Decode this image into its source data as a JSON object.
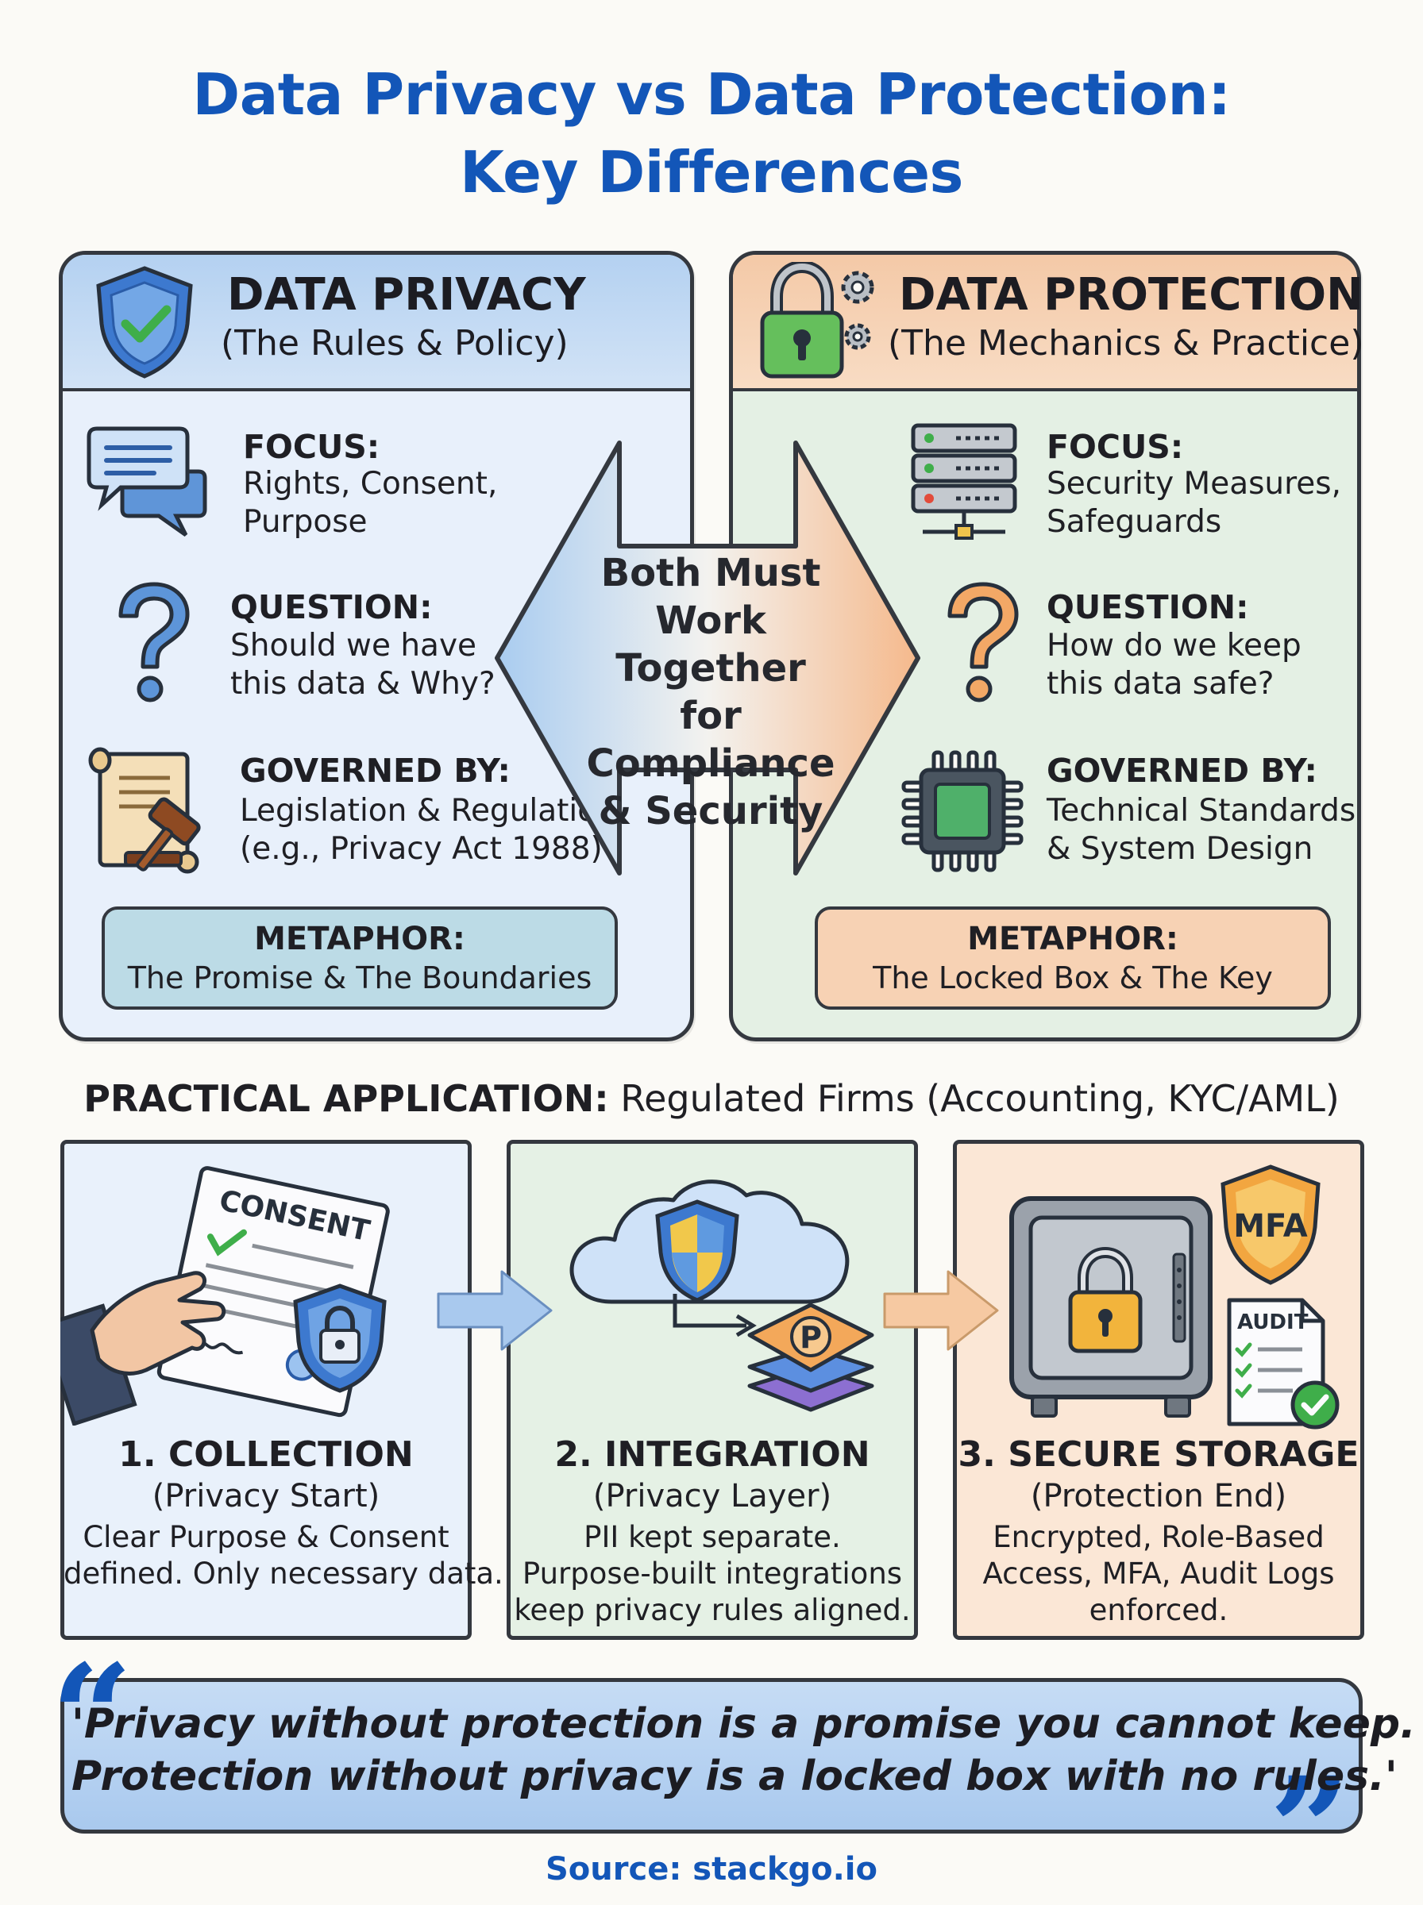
{
  "title": {
    "line1": "Data Privacy vs Data Protection:",
    "line2": "Key Differences"
  },
  "privacy": {
    "title": "DATA PRIVACY",
    "subtitle": "(The Rules & Policy)",
    "focus_label": "FOCUS:",
    "focus_line1": "Rights, Consent,",
    "focus_line2": "Purpose",
    "question_label": "QUESTION:",
    "question_line1": "Should we have",
    "question_line2": "this data & Why?",
    "governed_label": "GOVERNED BY:",
    "governed_line1": "Legislation & Regulation",
    "governed_line2": "(e.g., Privacy Act 1988)",
    "metaphor_label": "METAPHOR:",
    "metaphor_text": "The Promise & The Boundaries"
  },
  "protection": {
    "title": "DATA PROTECTION",
    "subtitle": "(The Mechanics & Practice)",
    "focus_label": "FOCUS:",
    "focus_line1": "Security Measures,",
    "focus_line2": "Safeguards",
    "question_label": "QUESTION:",
    "question_line1": "How do we keep",
    "question_line2": "this data safe?",
    "governed_label": "GOVERNED BY:",
    "governed_line1": "Technical Standards",
    "governed_line2": "& System Design",
    "metaphor_label": "METAPHOR:",
    "metaphor_text": "The Locked Box & The Key"
  },
  "center": {
    "line1": "Both Must",
    "line2": "Work Together",
    "line3": "for Compliance",
    "line4": "& Security"
  },
  "practical": {
    "heading_bold": "PRACTICAL APPLICATION:",
    "heading_rest": " Regulated Firms (Accounting, KYC/AML)"
  },
  "steps": [
    {
      "title": "1. COLLECTION",
      "subtitle": "(Privacy Start)",
      "desc_line1": "Clear Purpose & Consent",
      "desc_line2": "defined. Only necessary data.",
      "desc_line3": "",
      "icon_text": "CONSENT"
    },
    {
      "title": "2. INTEGRATION",
      "subtitle": "(Privacy Layer)",
      "desc_line1": "PII kept separate.",
      "desc_line2": "Purpose-built integrations",
      "desc_line3": "keep privacy rules aligned.",
      "icon_text": "P"
    },
    {
      "title": "3. SECURE STORAGE",
      "subtitle": "(Protection End)",
      "desc_line1": "Encrypted, Role-Based",
      "desc_line2": "Access, MFA, Audit Logs",
      "desc_line3": "enforced.",
      "badge_text": "MFA",
      "doc_text": "AUDIT"
    }
  ],
  "quote": {
    "line1": "'Privacy without protection is a promise you cannot keep.",
    "line2": "Protection without privacy is a locked box with no rules.'",
    "open_mark": "“",
    "close_mark": "”"
  },
  "source": "Source: stackgo.io",
  "colors": {
    "title_blue": "#1356b8",
    "privacy_header": "#b4d1f1",
    "protection_header": "#f4c9a7",
    "privacy_body": "#e8f0fb",
    "protection_body": "#e4f0e4",
    "outline": "#34383f"
  },
  "icons": [
    "shield-check-icon",
    "padlock-gears-icon",
    "speech-bubbles-icon",
    "question-mark-icon",
    "scroll-gavel-icon",
    "server-rack-icon",
    "microchip-icon",
    "consent-document-icon",
    "cloud-shield-icon",
    "data-layers-icon",
    "safe-vault-icon",
    "mfa-shield-icon",
    "audit-document-icon"
  ]
}
